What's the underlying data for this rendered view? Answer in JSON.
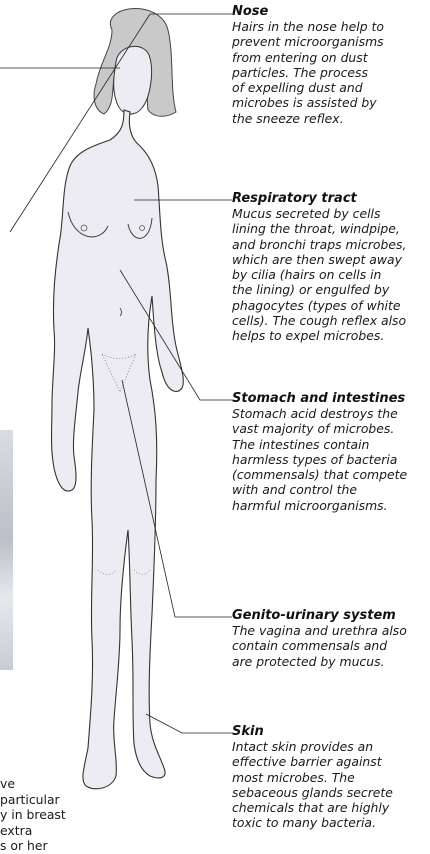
{
  "annotations": [
    {
      "id": "nose",
      "heading": "Nose",
      "lines": [
        "Hairs in the nose help to",
        "prevent microorganisms",
        "from entering on dust",
        "particles. The process",
        "of expelling dust and",
        "microbes is assisted by",
        "the sneeze reflex."
      ]
    },
    {
      "id": "respiratory",
      "heading": "Respiratory tract",
      "lines": [
        "Mucus secreted by cells",
        "lining the throat, windpipe,",
        "and bronchi traps microbes,",
        "which are then swept away",
        "by cilia (hairs on cells in",
        "the lining) or engulfed by",
        "phagocytes (types of white",
        "cells). The cough reflex also",
        "helps to expel microbes."
      ]
    },
    {
      "id": "stomach",
      "heading": "Stomach and intestines",
      "lines": [
        "Stomach acid destroys the",
        "vast majority of microbes.",
        "The intestines contain",
        "harmless types of bacteria",
        "(commensals) that compete",
        "with and control the",
        "harmful microorganisms."
      ]
    },
    {
      "id": "genito",
      "heading": "Genito-urinary system",
      "lines": [
        "The vagina and urethra also",
        "contain commensals and",
        "are protected by mucus."
      ]
    },
    {
      "id": "skin",
      "heading": "Skin",
      "lines": [
        "Intact skin provides an",
        "effective barrier against",
        "most microbes. The",
        "sebaceous glands secrete",
        "chemicals that are highly",
        "toxic to many bacteria."
      ]
    }
  ],
  "left_note": {
    "lines": [
      "ve",
      "particular",
      "y in breast",
      "extra",
      "s or her"
    ]
  }
}
